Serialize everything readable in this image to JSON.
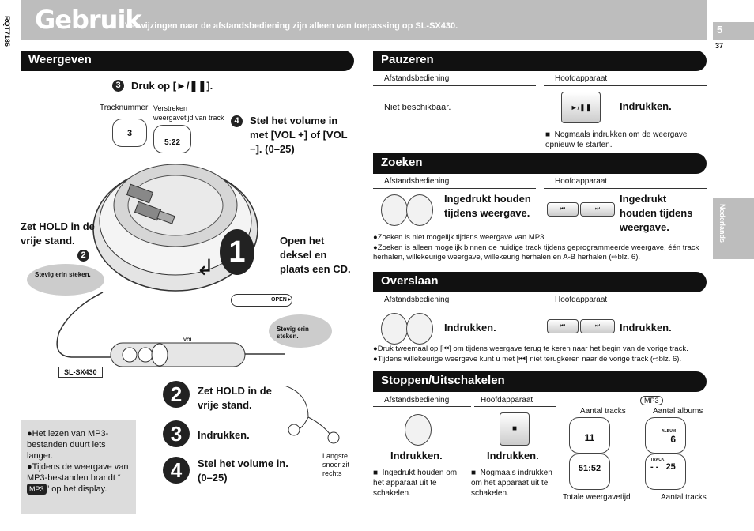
{
  "header": {
    "title": "Gebruik",
    "subtitle": "Verwijzingen naar de afstandsbediening zijn alleen van toepassing op SL-SX430.",
    "page": "5",
    "page_small": "37",
    "doc_code": "RQT7186",
    "side_tab": "Nederlands"
  },
  "left": {
    "section": "Weergeven",
    "step3": "Druk op [►/❚❚].",
    "tracknr": "Tracknummer",
    "elapsed": "Verstreken weergavetijd van track",
    "disp_track": "3",
    "disp_time": "5:22",
    "step4": "Stel het volume in met [VOL +] of [VOL −]. (0–25)",
    "hold_main": "Zet HOLD in de vrije stand.",
    "open": "Open het deksel en plaats een CD.",
    "stevig1": "Stevig erin steken.",
    "stevig2": "Stevig erin steken.",
    "open_lbl": "OPEN►",
    "vol_lbl": "VOL",
    "model": "SL-SX430",
    "r_hold": "Zet HOLD in de vrije stand.",
    "r_press": "Indrukken.",
    "r_vol": "Stel het volume in. (0–25)",
    "longest": "Langste snoer zit rechts",
    "n1": "1",
    "n2": "2",
    "n3": "3",
    "n4": "4",
    "s2": "2",
    "s3": "3",
    "s4": "4",
    "note1": "Het lezen van MP3-bestanden duurt iets langer.",
    "note2a": "Tijdens de weergave van MP3-bestanden brandt “",
    "note2b": "” op het display.",
    "mp3": "MP3"
  },
  "pauze": {
    "title": "Pauzeren",
    "remote": "Afstandsbediening",
    "main": "Hoofdapparaat",
    "na": "Niet beschikbaar.",
    "press": "Indrukken.",
    "note": "Nogmaals indrukken om de weergave opnieuw te starten.",
    "btn": "►/❚❚"
  },
  "zoeken": {
    "title": "Zoeken",
    "remote": "Afstandsbediening",
    "main": "Hoofdapparaat",
    "hold1": "Ingedrukt houden tijdens weergave.",
    "hold2": "Ingedrukt houden tijdens weergave.",
    "b1": "⏮",
    "b2": "⏭",
    "n1": "●Zoeken is niet mogelijk tijdens weergave van MP3.",
    "n2": "●Zoeken is alleen mogelijk binnen de huidige track tijdens geprogrammeerde weergave, één track herhalen, willekeurige weergave, willekeurig herhalen en A-B herhalen (⇨blz. 6)."
  },
  "overslaan": {
    "title": "Overslaan",
    "remote": "Afstandsbediening",
    "main": "Hoofdapparaat",
    "press1": "Indrukken.",
    "press2": "Indrukken.",
    "b1": "⏮",
    "b2": "⏭",
    "n1": "●Druk tweemaal op [⏮] om tijdens weergave terug te keren naar het begin van de vorige track.",
    "n2": "●Tijdens willekeurige weergave kunt u met [⏮] niet terugkeren naar de vorige track (⇨blz. 6)."
  },
  "stoppen": {
    "title": "Stoppen/Uitschakelen",
    "remote": "Afstandsbediening",
    "main": "Hoofdapparaat",
    "press1": "Indrukken.",
    "press2": "Indrukken.",
    "note1": "Ingedrukt houden om het apparaat uit te schakelen.",
    "note2": "Nogmaals indrukken om het apparaat uit te schakelen.",
    "stop": "■",
    "mp3": "MP3",
    "aantal_tracks": "Aantal tracks",
    "aantal_albums": "Aantal albums",
    "tracks_val": "11",
    "albums_val": "6",
    "album_lbl": "ALBUM",
    "track_lbl": "TRACK",
    "time_val": "51:52",
    "dash": "- -",
    "tr_val": "25",
    "totale": "Totale weergavetijd",
    "aantal_tracks2": "Aantal tracks"
  }
}
